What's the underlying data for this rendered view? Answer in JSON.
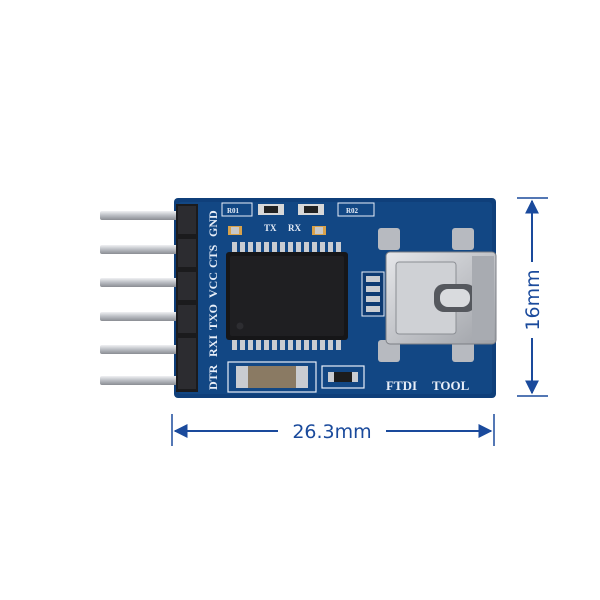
{
  "board": {
    "pin_labels": [
      "GND",
      "CTS",
      "VCC",
      "TXO",
      "RXI",
      "DTR"
    ],
    "silkscreen": {
      "brand": "FTDI",
      "tool": "TOOL",
      "tx": "TX",
      "rx": "RX",
      "r1": "R01",
      "r2": "R02"
    },
    "colors": {
      "pcb": "#0f3f7a",
      "dimension": "#1a4a9c",
      "pin": "#c9ccd1"
    }
  },
  "dimensions": {
    "width_label": "26.3mm",
    "height_label": "16mm"
  }
}
